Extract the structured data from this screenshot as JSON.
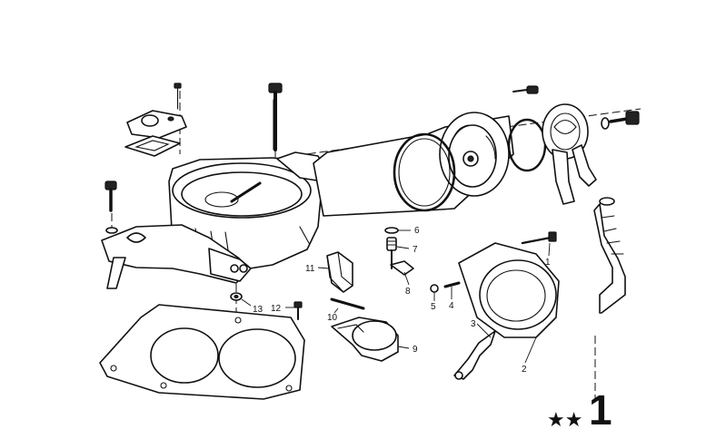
{
  "diagram": {
    "callouts": [
      {
        "id": "c1",
        "label": "1"
      },
      {
        "id": "c2",
        "label": "2"
      },
      {
        "id": "c3",
        "label": "3"
      },
      {
        "id": "c4",
        "label": "4"
      },
      {
        "id": "c5",
        "label": "5"
      },
      {
        "id": "c6",
        "label": "6"
      },
      {
        "id": "c7",
        "label": "7"
      },
      {
        "id": "c8",
        "label": "8"
      },
      {
        "id": "c9",
        "label": "9"
      },
      {
        "id": "c10",
        "label": "10"
      },
      {
        "id": "c11",
        "label": "11"
      },
      {
        "id": "c12",
        "label": "12"
      },
      {
        "id": "c13",
        "label": "13"
      }
    ],
    "group_number": "1",
    "group_marker": "★★",
    "line_color": "#111111",
    "background_color": "#ffffff"
  }
}
